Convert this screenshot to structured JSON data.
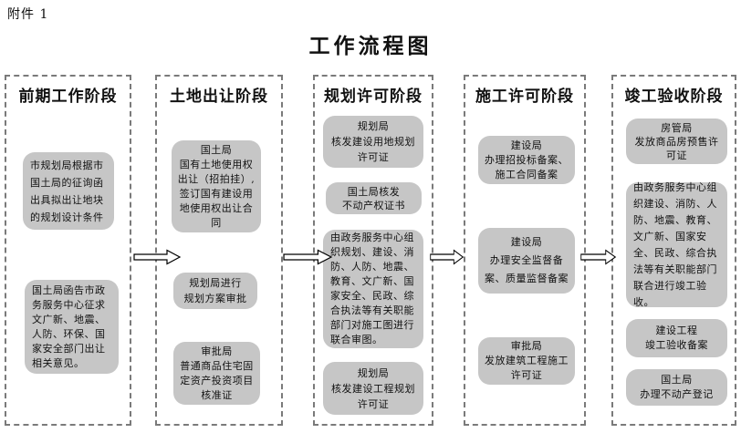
{
  "page": {
    "attachment_label": "附件 1",
    "title": "工作流程图"
  },
  "colors": {
    "box_fill": "#c6c6c6",
    "box_text": "#111111",
    "column_border": "#7a7a7a"
  },
  "columns": [
    {
      "header": "前期工作阶段",
      "boxes": [
        {
          "text": "市规划局根据市国土局的征询函出具拟出让地块的规划设计条件"
        },
        {
          "text": "国土局函告市政务服务中心征求文广新、地震、人防、环保、国家安全部门出让相关意见。"
        }
      ]
    },
    {
      "header": "土地出让阶段",
      "boxes": [
        {
          "text": "国土局\n国有土地使用权出让（招拍挂）,签订国有建设用地使用权出让合同"
        },
        {
          "text": "规划局进行\n规划方案审批"
        },
        {
          "text": "审批局\n普通商品住宅固定资产投资项目核准证"
        }
      ]
    },
    {
      "header": "规划许可阶段",
      "boxes": [
        {
          "text": "规划局\n核发建设用地规划许可证"
        },
        {
          "text": "国土局核发\n不动产权证书"
        },
        {
          "text": "由政务服务中心组织规划、建设、消防、人防、地震、教育、文广新、国家安全、民政、综合执法等有关职能部门对施工图进行联合审图。"
        },
        {
          "text": "规划局\n核发建设工程规划许可证"
        }
      ]
    },
    {
      "header": "施工许可阶段",
      "boxes": [
        {
          "text": "建设局\n办理招投标备案、施工合同备案"
        },
        {
          "text": "建设局\n办理安全监督备案、质量监督备案"
        },
        {
          "text": "审批局\n发放建筑工程施工许可证"
        }
      ]
    },
    {
      "header": "竣工验收阶段",
      "boxes": [
        {
          "text": "房管局\n发放商品房预售许可证"
        },
        {
          "text": "由政务服务中心组织建设、消防、人防、地震、教育、文广新、国家安全、民政、综合执法等有关职能部门联合进行竣工验收。"
        },
        {
          "text": "建设工程\n竣工验收备案"
        },
        {
          "text": "国土局\n办理不动产登记"
        }
      ]
    }
  ]
}
